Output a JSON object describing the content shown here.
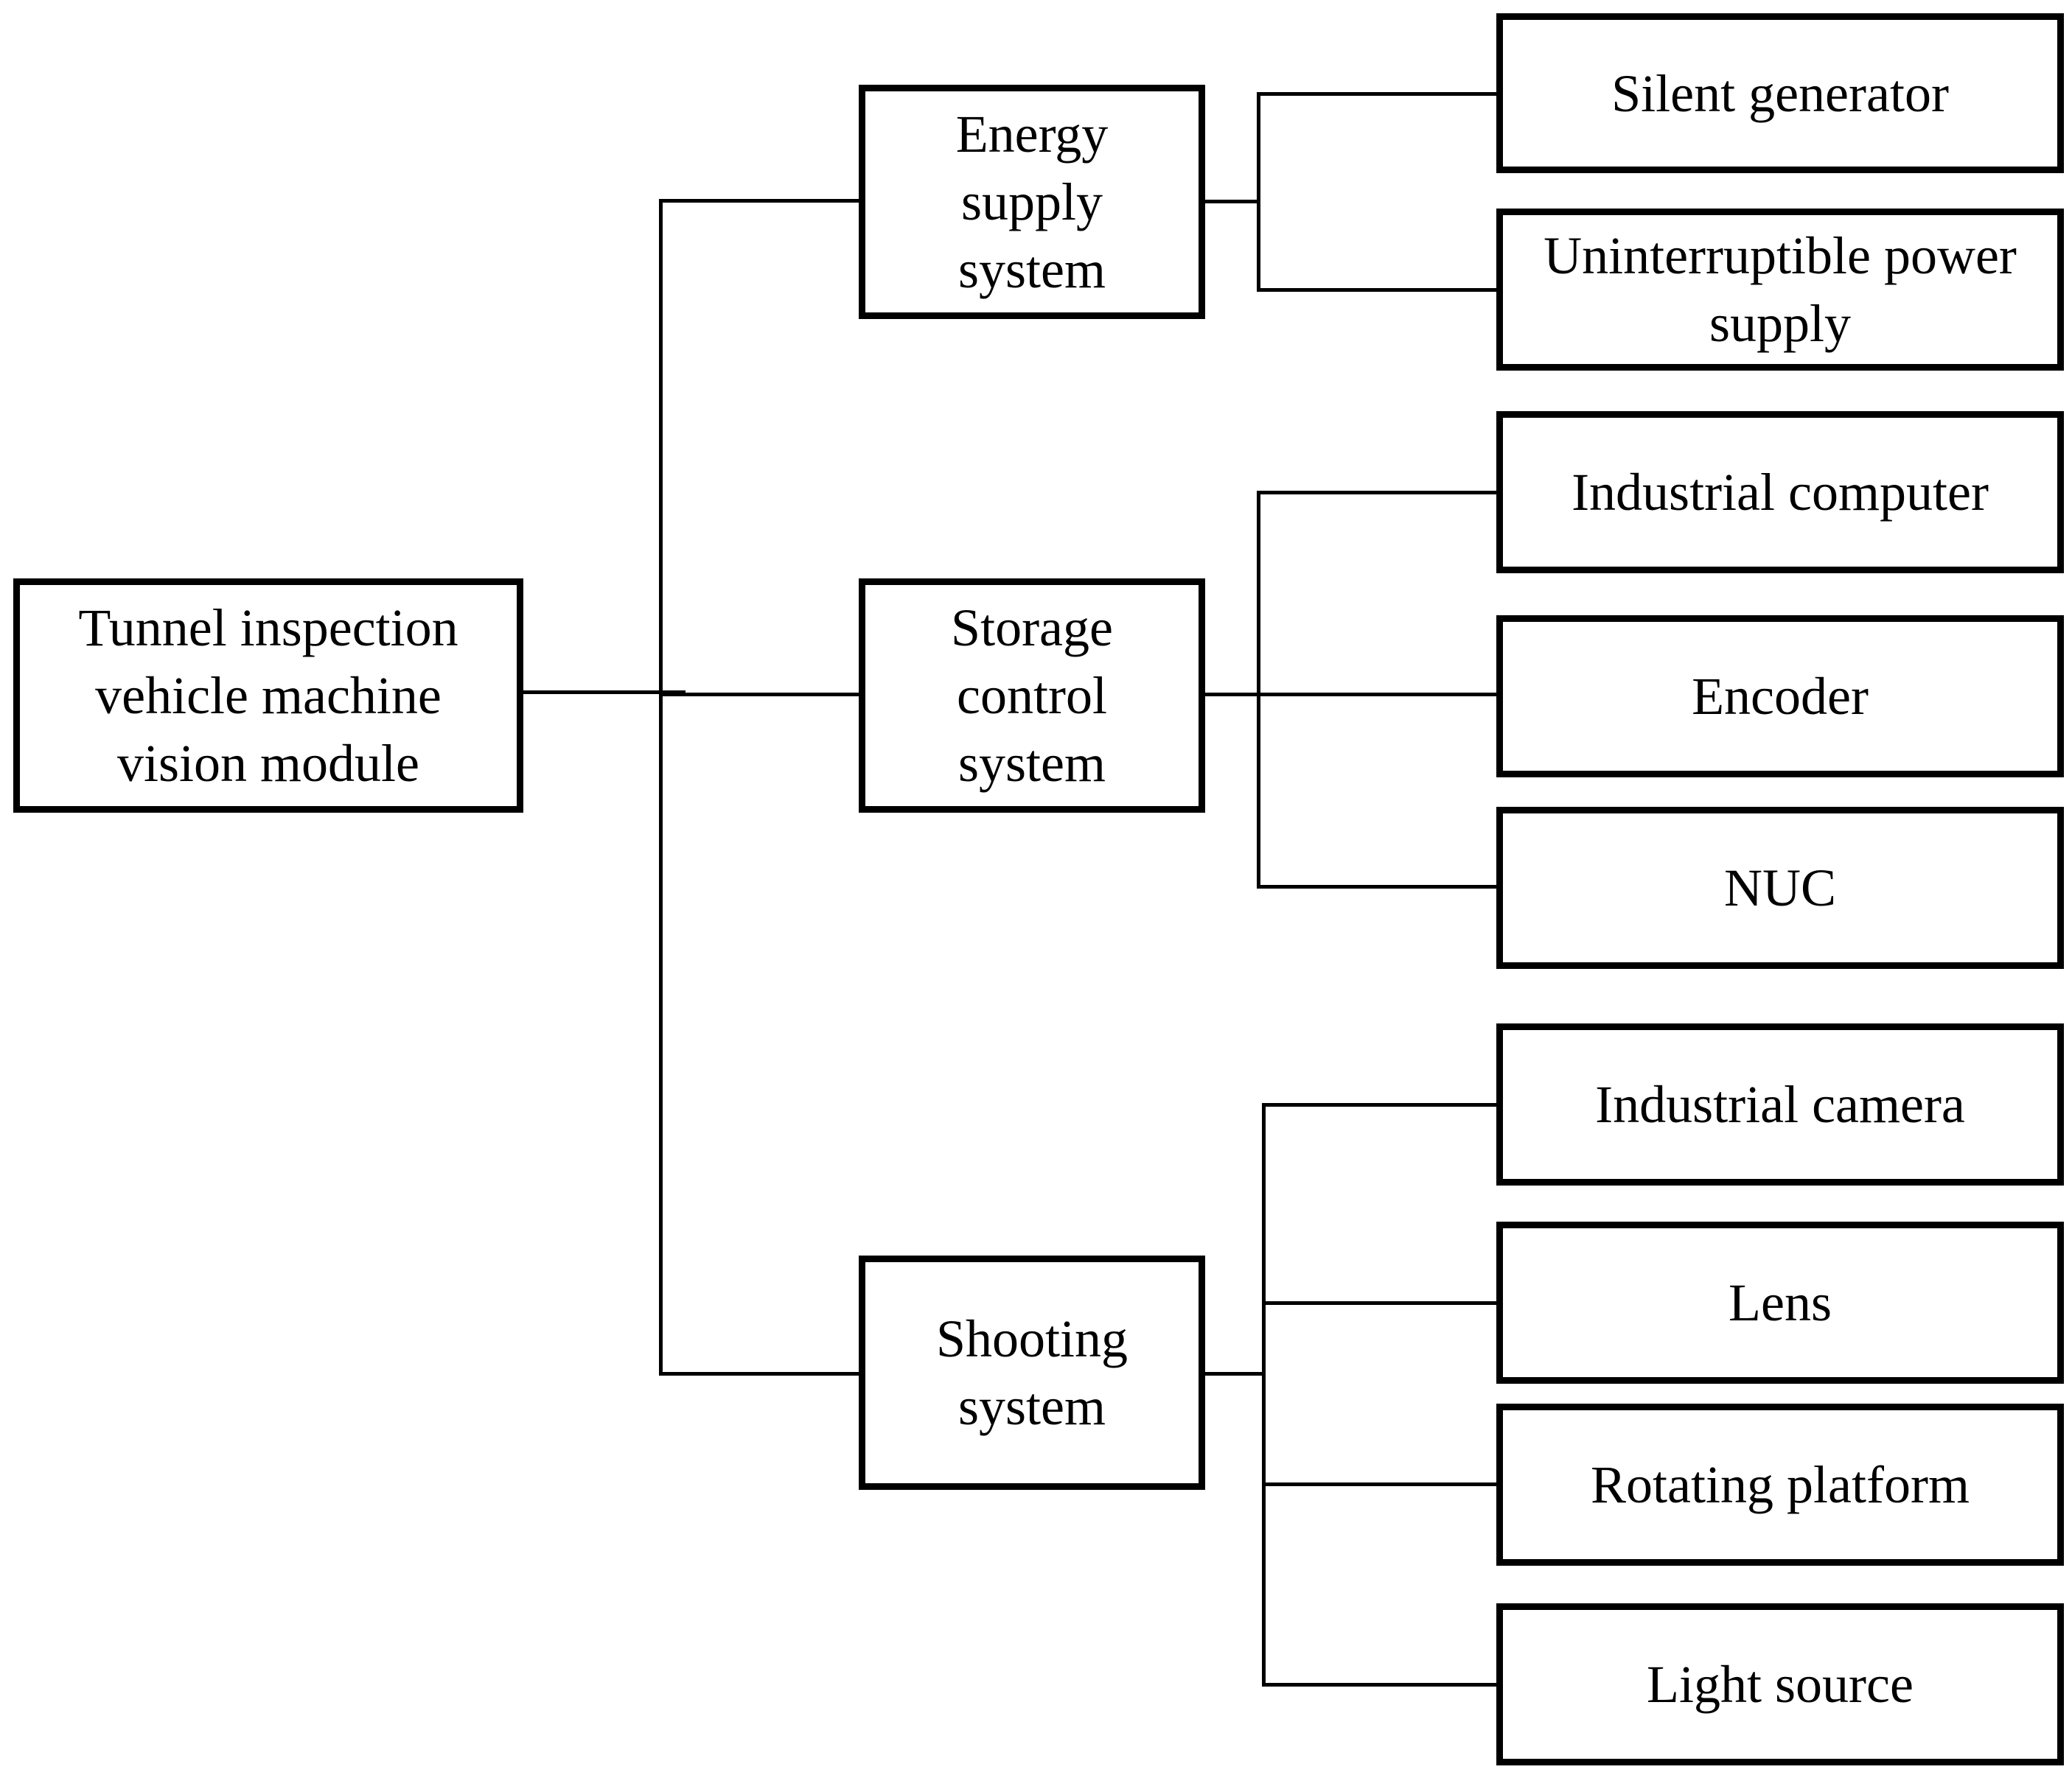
{
  "root": {
    "label_lines": [
      "Tunnel inspection",
      "vehicle machine",
      "vision module"
    ]
  },
  "systems": [
    {
      "label_lines": [
        "Energy",
        "supply",
        "system"
      ],
      "components": [
        {
          "label_lines": [
            "Silent generator"
          ]
        },
        {
          "label_lines": [
            "Uninterruptible power",
            "supply"
          ]
        }
      ]
    },
    {
      "label_lines": [
        "Storage",
        "control",
        "system"
      ],
      "components": [
        {
          "label_lines": [
            "Industrial computer"
          ]
        },
        {
          "label_lines": [
            "Encoder"
          ]
        },
        {
          "label_lines": [
            "NUC"
          ]
        }
      ]
    },
    {
      "label_lines": [
        "Shooting",
        "system"
      ],
      "components": [
        {
          "label_lines": [
            "Industrial camera"
          ]
        },
        {
          "label_lines": [
            "Lens"
          ]
        },
        {
          "label_lines": [
            "Rotating platform"
          ]
        },
        {
          "label_lines": [
            "Light source"
          ]
        }
      ]
    }
  ]
}
